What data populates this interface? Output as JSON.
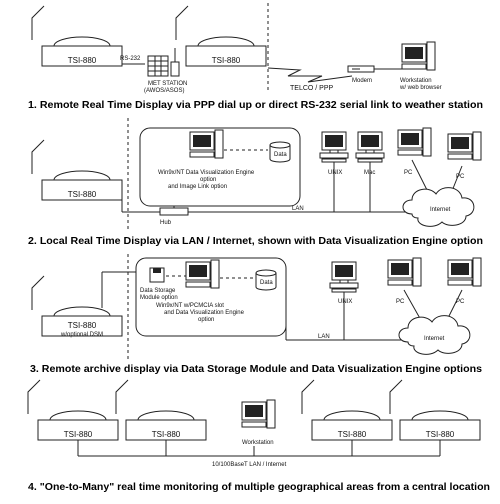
{
  "labels": {
    "tsi": "TSI-880",
    "rs232": "RS-232",
    "met_station_1": "MET STATION",
    "met_station_2": "(AWOS/ASOS)",
    "telco": "TELCO / PPP",
    "modem": "Modem",
    "workstation": "Workstation",
    "web_browser": "w/ web browser",
    "dve_1": "Win9x/NT Data Visualization Engine",
    "dve_2": "option",
    "dve_3": "and Image Link option",
    "data": "Data",
    "unix": "UNIX",
    "mac": "Mac",
    "pc": "PC",
    "hub": "Hub",
    "lan": "LAN",
    "internet": "Internet",
    "optional_dsm": "w/optional DSM",
    "dsm_1": "Data Storage",
    "dsm_2": "Module option",
    "pcmcia_1": "Win9x/NT w/PCMCIA slot",
    "pcmcia_2": "and Data Visualization Engine",
    "pcmcia_3": "option",
    "tenbase": "10/100BaseT LAN / Internet"
  },
  "captions": {
    "c1": "1. Remote Real Time Display via PPP dial up or direct RS-232 serial link to weather station",
    "c2": "2. Local Real Time Display via LAN / Internet, shown with Data Visualization Engine option",
    "c3": "3. Remote archive display via Data Storage Module and Data Visualization Engine options",
    "c4": "4. \"One-to-Many\" real time monitoring of multiple geographical areas from a central location"
  }
}
